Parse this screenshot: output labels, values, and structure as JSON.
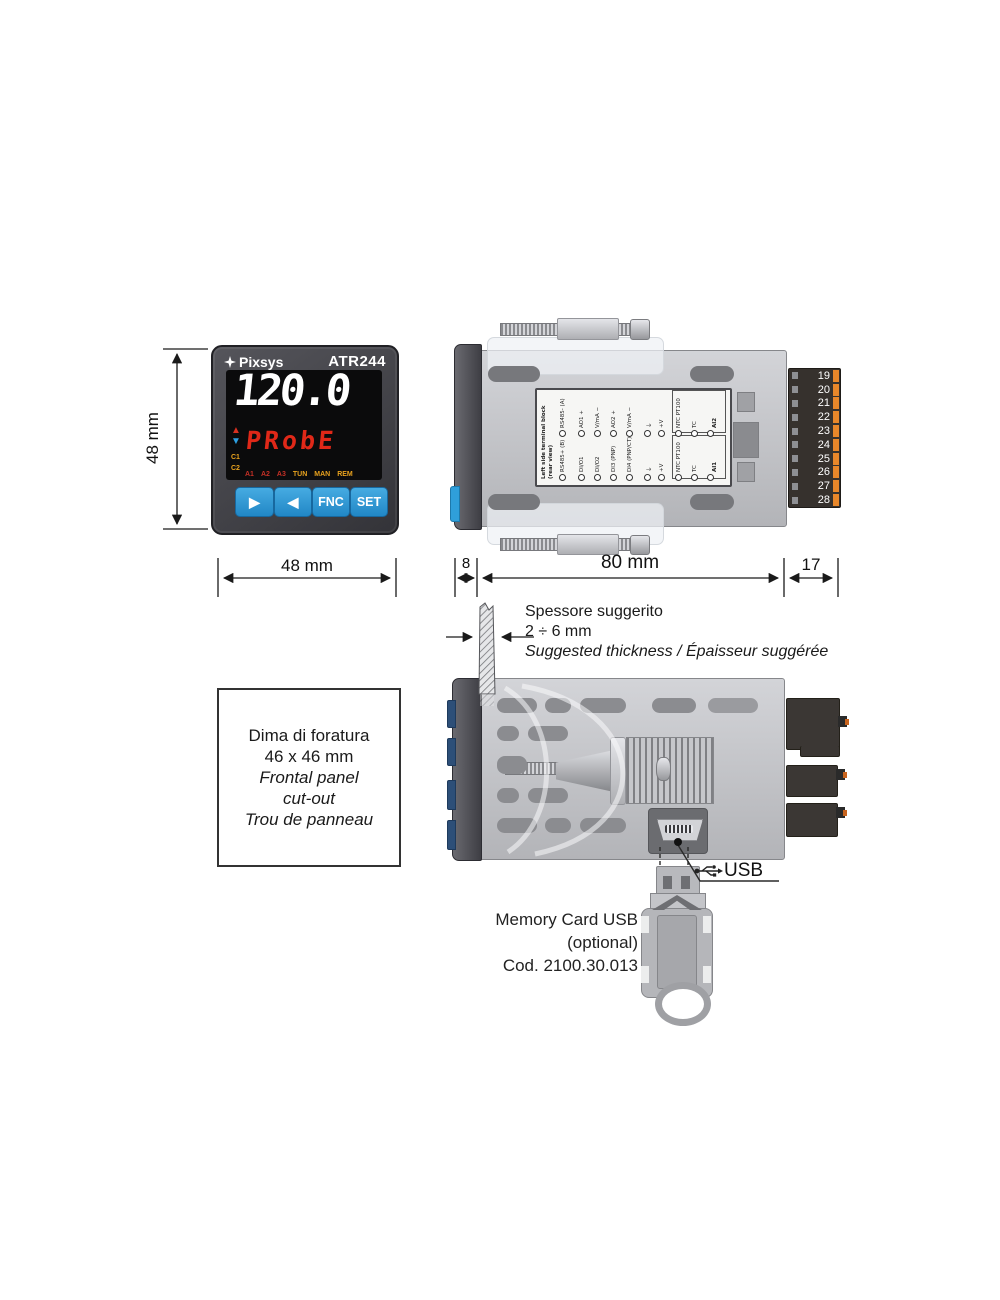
{
  "front_panel": {
    "brand": "Pixsys",
    "model": "ATR244",
    "display_value": "120.0",
    "display_message": "PRobE",
    "up_glyph": "▲",
    "down_glyph": "▼",
    "c1": "C1",
    "c2": "C2",
    "status": [
      "A1",
      "A2",
      "A3",
      "TUN",
      "MAN",
      "REM"
    ],
    "btn_right": "▶",
    "btn_left": "◀",
    "btn_fnc": "FNC",
    "btn_set": "SET"
  },
  "dims": {
    "front_height": "48 mm",
    "front_width": "48 mm",
    "bezel_depth": "8",
    "body_depth": "80 mm",
    "terminal_depth": "17"
  },
  "terminal_block": {
    "numbers": [
      "19",
      "20",
      "21",
      "22",
      "23",
      "24",
      "25",
      "26",
      "27",
      "28"
    ]
  },
  "label_plate": {
    "title_l1": "Left side terminal block",
    "title_l2": "(rear view)",
    "top": [
      "RS485- (A)",
      "AO1 +",
      "V/mA −",
      "AO2 +",
      "V/mA −",
      "⏚",
      "+V",
      "NTC PT100",
      "TC",
      "AI2"
    ],
    "bottom": [
      "RS485+ (B)",
      "DI/O1",
      "DI/O2",
      "DI3 (PNP)",
      "DI4 (PNP/CT)",
      "⏚",
      "+V",
      "NTC PT100",
      "TC",
      "AI1"
    ]
  },
  "thickness_note": {
    "l1": "Spessore suggerito",
    "l2": "2 ÷ 6 mm",
    "l3": "Suggested thickness  /  Épaisseur suggérée"
  },
  "cutout_box": {
    "l1": "Dima di foratura",
    "l2": "46 x 46 mm",
    "l3": "Frontal panel",
    "l4": "cut-out",
    "l5": "Trou de panneau"
  },
  "usb": {
    "label": "USB",
    "memory_l1": "Memory Card  USB",
    "memory_l2": "(optional)",
    "memory_l3": "Cod. 2100.30.013"
  },
  "colors": {
    "button_blue": "#2f9bd9",
    "segment_red": "#e02818",
    "status_amber": "#e8a21e",
    "terminal_orange": "#e8872a",
    "clip_blue": "#2f9fda"
  }
}
